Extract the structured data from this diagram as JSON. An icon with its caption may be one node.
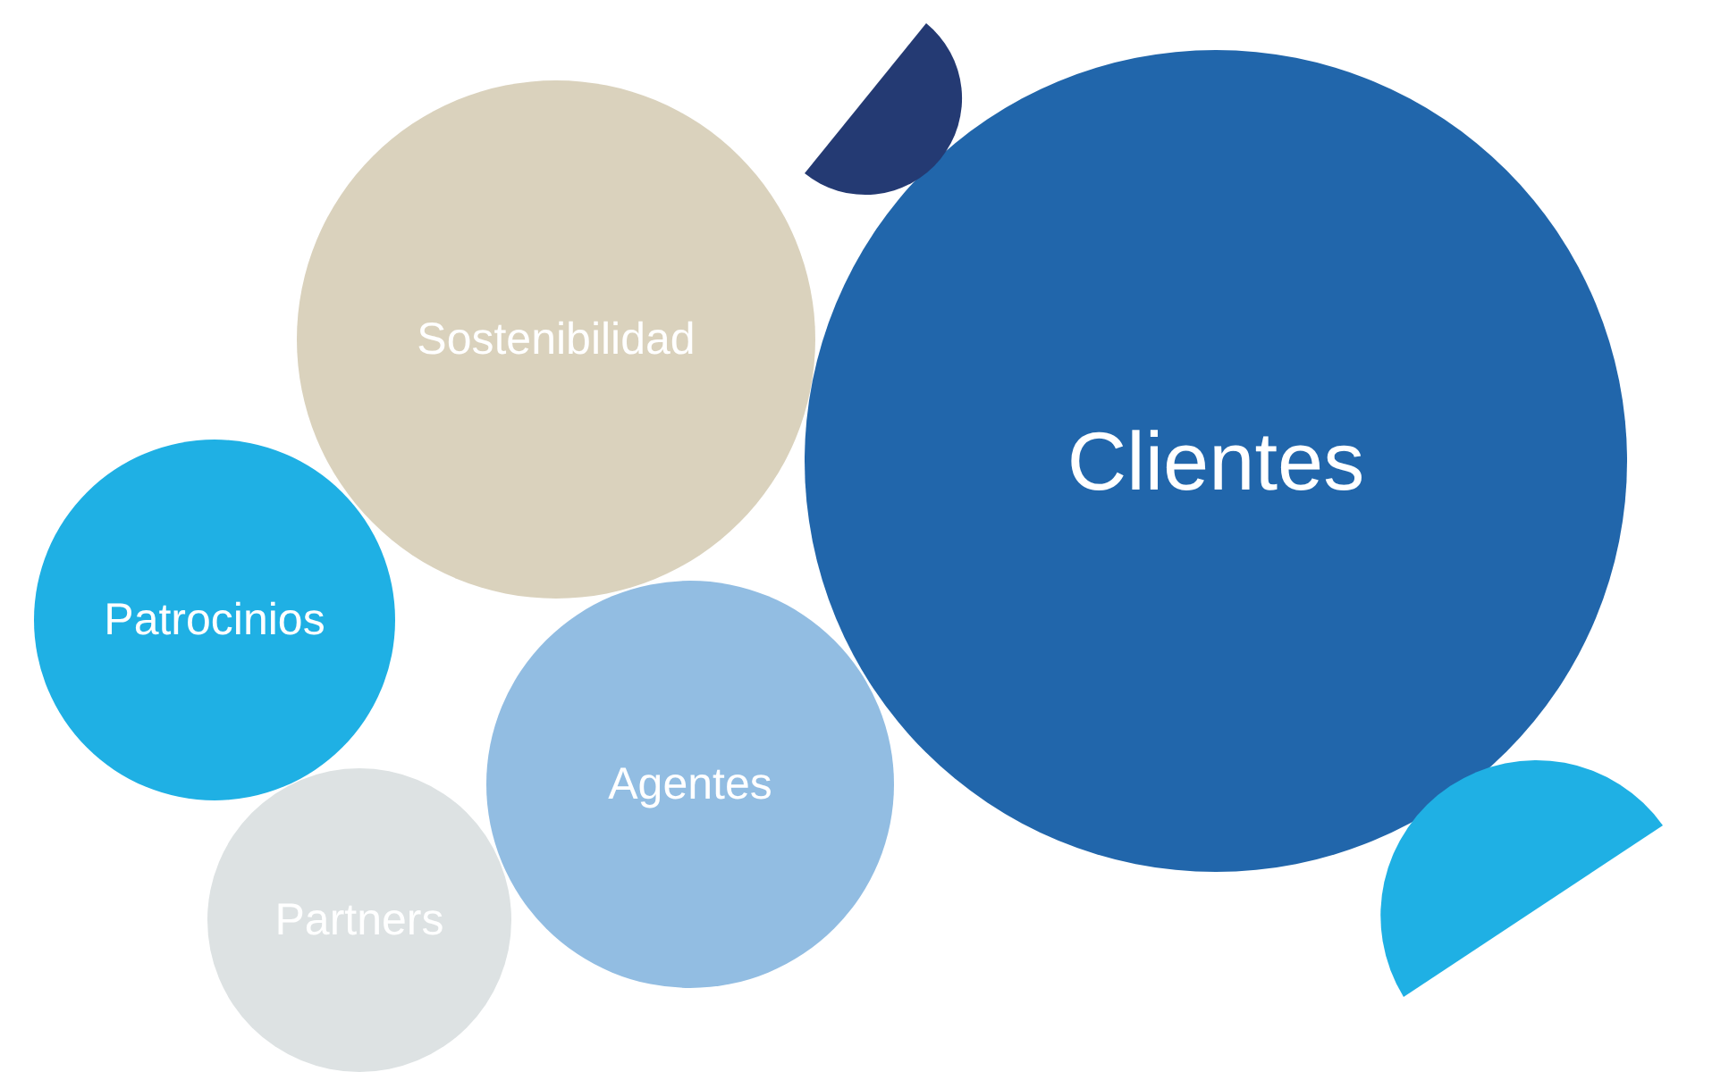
{
  "diagram": {
    "nodes": [
      {
        "text": [
          "Sostenibilidad"
        ]
      },
      {
        "text": [
          "Clientes"
        ]
      },
      {
        "text": [
          "Patrocinios"
        ]
      },
      {
        "text": [
          "Agentes"
        ]
      },
      {
        "text": [
          "Partners"
        ]
      }
    ]
  }
}
